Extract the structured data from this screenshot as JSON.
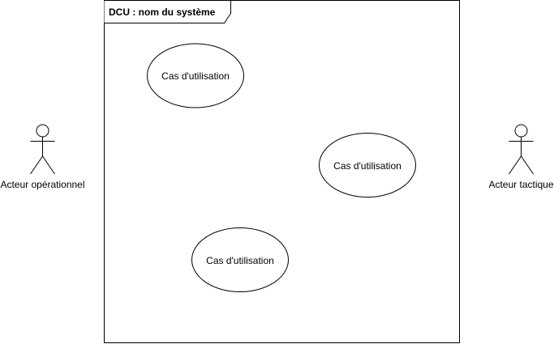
{
  "frame": {
    "title": "DCU : nom du système"
  },
  "use_cases": [
    {
      "label": "Cas d'utilisation"
    },
    {
      "label": "Cas d'utilisation"
    },
    {
      "label": "Cas d'utilisation"
    }
  ],
  "actors": [
    {
      "name": "Acteur opérationnel"
    },
    {
      "name": "Acteur tactique"
    }
  ],
  "colors": {
    "stroke": "#000000",
    "fill": "#ffffff"
  }
}
